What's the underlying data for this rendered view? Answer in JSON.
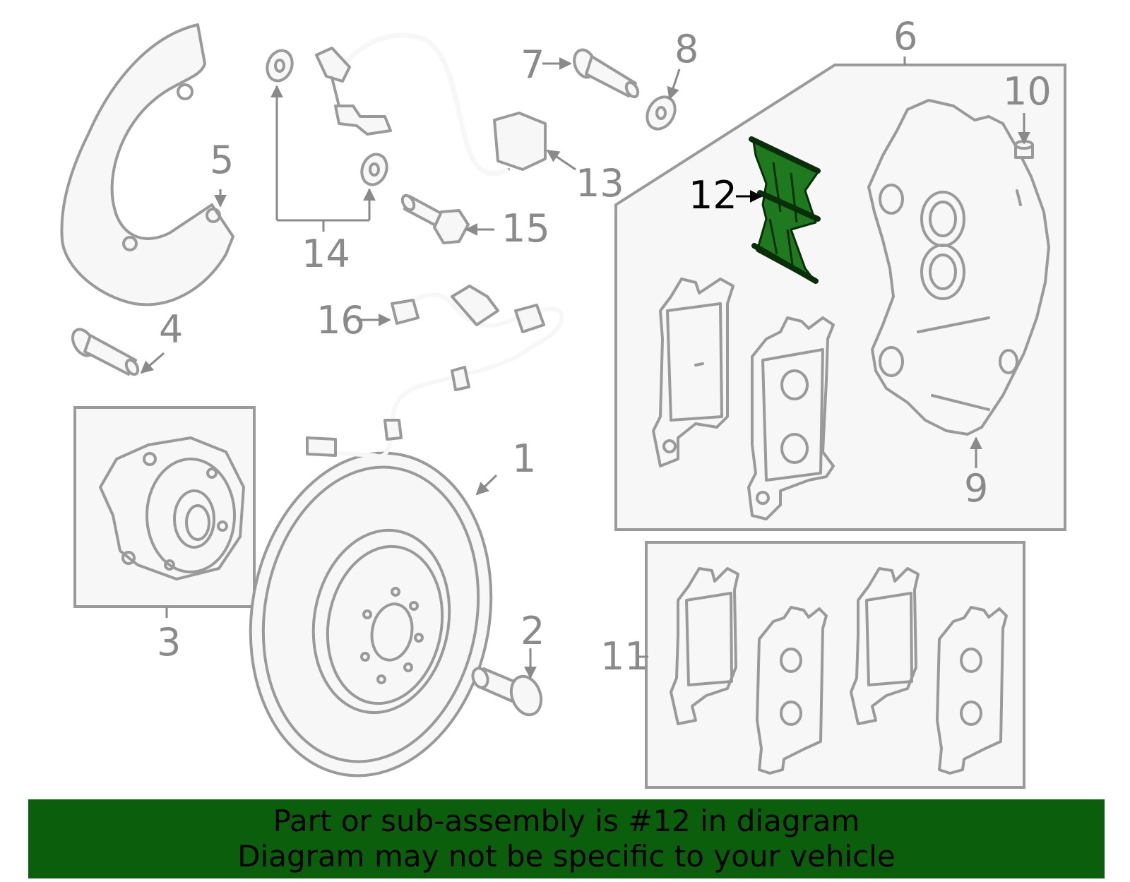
{
  "callouts": {
    "c1": "1",
    "c2": "2",
    "c3": "3",
    "c4": "4",
    "c5": "5",
    "c6": "6",
    "c7": "7",
    "c8": "8",
    "c9": "9",
    "c10": "10",
    "c11": "11",
    "c12": "12",
    "c13": "13",
    "c14": "14",
    "c15": "15",
    "c16": "16"
  },
  "highlighted_part": "12",
  "colors": {
    "highlight": "#1f7a1f",
    "banner_bg": "#0b5e0b",
    "line": "#9a9a9a",
    "label": "#8a8a8a"
  },
  "banner": {
    "line1": "Part or sub-assembly is #12 in diagram",
    "line2": "Diagram may not be specific to your vehicle"
  }
}
